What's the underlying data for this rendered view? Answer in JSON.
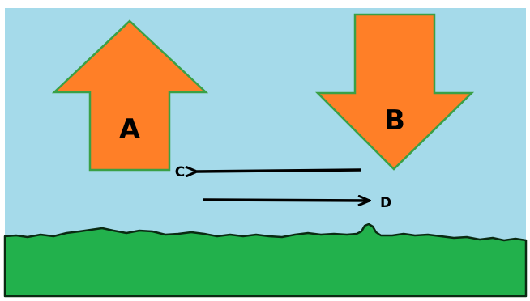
{
  "diagram": {
    "labels": {
      "arrow_a": "A",
      "arrow_b": "B",
      "point_c": "C",
      "point_d": "D"
    },
    "colors": {
      "frame": "#ffffff",
      "sky": "#a5daea",
      "ground": "#22b14c",
      "ground_edge": "#0a2a12",
      "arrow_fill": "#ff7f27",
      "arrow_outline": "#3aa046",
      "flow_arrow": "#000000",
      "text": "#000000"
    },
    "elements": {
      "arrow_a": {
        "direction": "up",
        "icon": "up-arrow-icon"
      },
      "arrow_b": {
        "direction": "down",
        "icon": "down-arrow-icon"
      },
      "arrow_c": {
        "direction": "left",
        "icon": "left-arrow-icon"
      },
      "arrow_d": {
        "direction": "right",
        "icon": "right-arrow-icon"
      }
    }
  }
}
